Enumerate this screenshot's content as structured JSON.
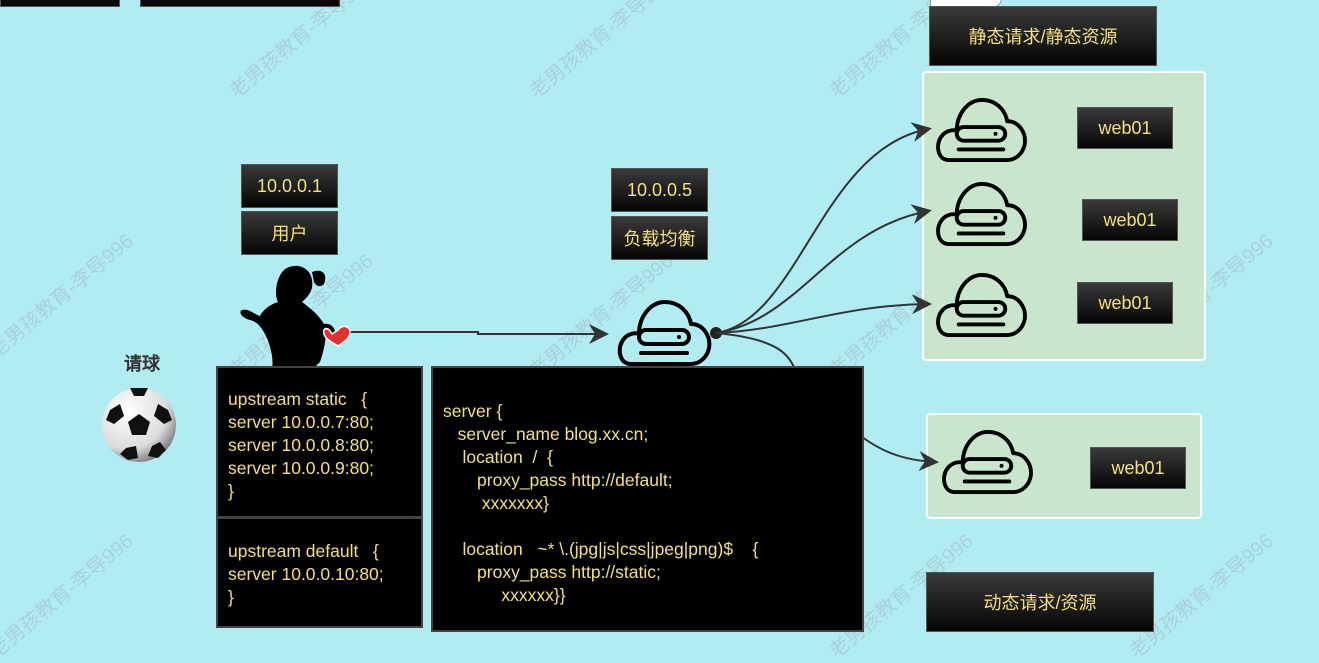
{
  "watermark": "老男孩教育-李导996",
  "user": {
    "ip": "10.0.0.1",
    "label": "用户"
  },
  "lb": {
    "ip": "10.0.0.5",
    "label": "负载均衡"
  },
  "ball_label": "请球",
  "static_title": "静态请求/静态资源",
  "dynamic_title": "动态请求/资源",
  "static_servers": [
    "web01",
    "web01",
    "web01"
  ],
  "dynamic_server": "web01",
  "upstream_static": "upstream static   {\nserver 10.0.0.7:80;\nserver 10.0.0.8:80;\nserver 10.0.0.9:80;\n}",
  "upstream_default": "upstream default   {\nserver 10.0.0.10:80;\n}",
  "server_block": "server {\n   server_name blog.xx.cn;\n    location  /  {\n       proxy_pass http://default;\n        xxxxxxx}\n\n    location   ~* \\.(jpg|js|css|jpeg|png)$    {\n       proxy_pass http://static;\n            xxxxxx}}",
  "colors": {
    "background": "#b0ecf2",
    "label_text": "#f3e07a",
    "panel": "#c9e6cc"
  }
}
